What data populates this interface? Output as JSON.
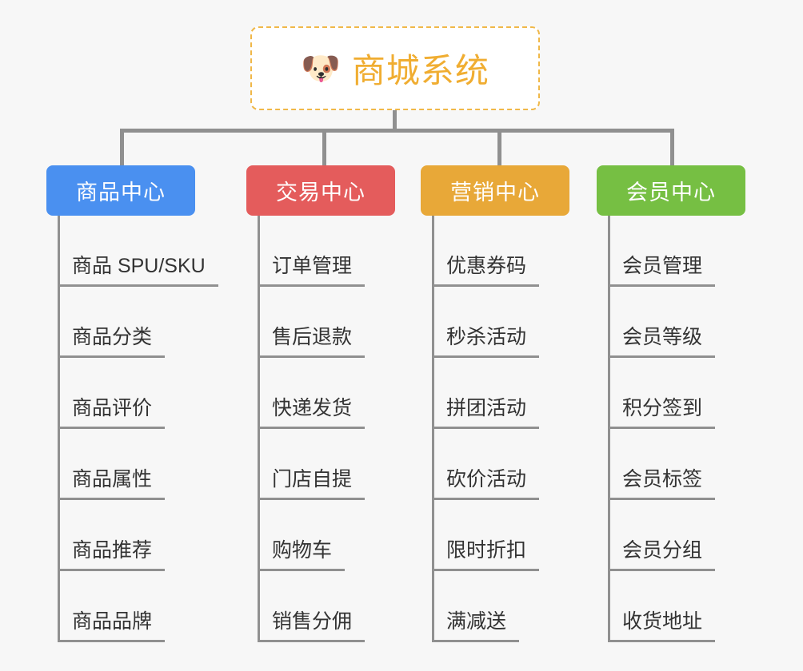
{
  "root": {
    "icon": "dog-face-icon",
    "icon_glyph": "🐶",
    "title": "商城系统",
    "title_color": "#f0ad31",
    "border_color": "#f0b849"
  },
  "connector_color": "#909090",
  "branches": [
    {
      "id": "product-center",
      "label": "商品中心",
      "color": "#4a90f0",
      "items": [
        "商品 SPU/SKU",
        "商品分类",
        "商品评价",
        "商品属性",
        "商品推荐",
        "商品品牌"
      ]
    },
    {
      "id": "trade-center",
      "label": "交易中心",
      "color": "#e45c5c",
      "items": [
        "订单管理",
        "售后退款",
        "快递发货",
        "门店自提",
        "购物车",
        "销售分佣"
      ]
    },
    {
      "id": "marketing-center",
      "label": "营销中心",
      "color": "#e8a838",
      "items": [
        "优惠券码",
        "秒杀活动",
        "拼团活动",
        "砍价活动",
        "限时折扣",
        "满减送"
      ]
    },
    {
      "id": "member-center",
      "label": "会员中心",
      "color": "#76bf43",
      "items": [
        "会员管理",
        "会员等级",
        "积分签到",
        "会员标签",
        "会员分组",
        "收货地址"
      ]
    }
  ],
  "layout": {
    "branch_left": [
      58,
      308,
      526,
      746
    ],
    "branch_width": [
      186,
      186,
      186,
      186
    ],
    "drop_left": [
      150,
      403,
      622,
      838
    ]
  }
}
